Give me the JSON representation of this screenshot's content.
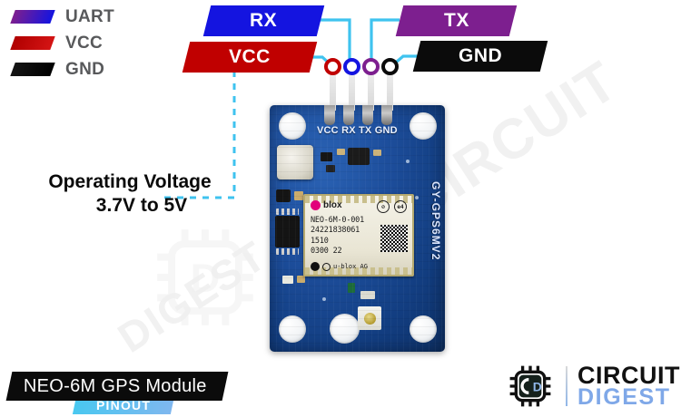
{
  "legend": {
    "items": [
      {
        "label": "UART",
        "swatch_from": "#7d1f8f",
        "swatch_to": "#1414e0",
        "icon": "legend-swatch-gradient"
      },
      {
        "label": "VCC",
        "swatch_from": "#c00000",
        "swatch_to": "#c00000",
        "icon": "legend-swatch-solid"
      },
      {
        "label": "GND",
        "swatch_from": "#0b0b0b",
        "swatch_to": "#0b0b0b",
        "icon": "legend-swatch-solid"
      }
    ]
  },
  "callouts": {
    "rx": {
      "label": "RX",
      "color": "#1414e0"
    },
    "vcc": {
      "label": "VCC",
      "color": "#c00000"
    },
    "tx": {
      "label": "TX",
      "color": "#7d1f8f"
    },
    "gnd": {
      "label": "GND",
      "color": "#0b0b0b"
    }
  },
  "pins": [
    {
      "name": "VCC",
      "ring_color": "#c00000"
    },
    {
      "name": "RX",
      "ring_color": "#1414e0"
    },
    {
      "name": "TX",
      "ring_color": "#7d1f8f"
    },
    {
      "name": "GND",
      "ring_color": "#0b0b0b"
    }
  ],
  "annotation": {
    "operating_voltage_line1": "Operating Voltage",
    "operating_voltage_line2": "3.7V to 5V",
    "connector_color": "#3fc3ef"
  },
  "board": {
    "silkscreen_pins": "VCC RX TX GND",
    "side_marking": "GY-GPS6MV2",
    "chip": {
      "brand": "blox",
      "part": "NEO-6M-0-001",
      "serial": "24221838061",
      "date_code": "1510",
      "lot": "0300 22",
      "manufacturer": "u-blox AG"
    }
  },
  "footer": {
    "title": "NEO-6M GPS Module",
    "subtitle": "PINOUT",
    "brand_line1": "CIRCUIT",
    "brand_line2": "DIGEST"
  },
  "watermark": {
    "text1": "CIRCUIT",
    "text2": "DIGEST"
  }
}
